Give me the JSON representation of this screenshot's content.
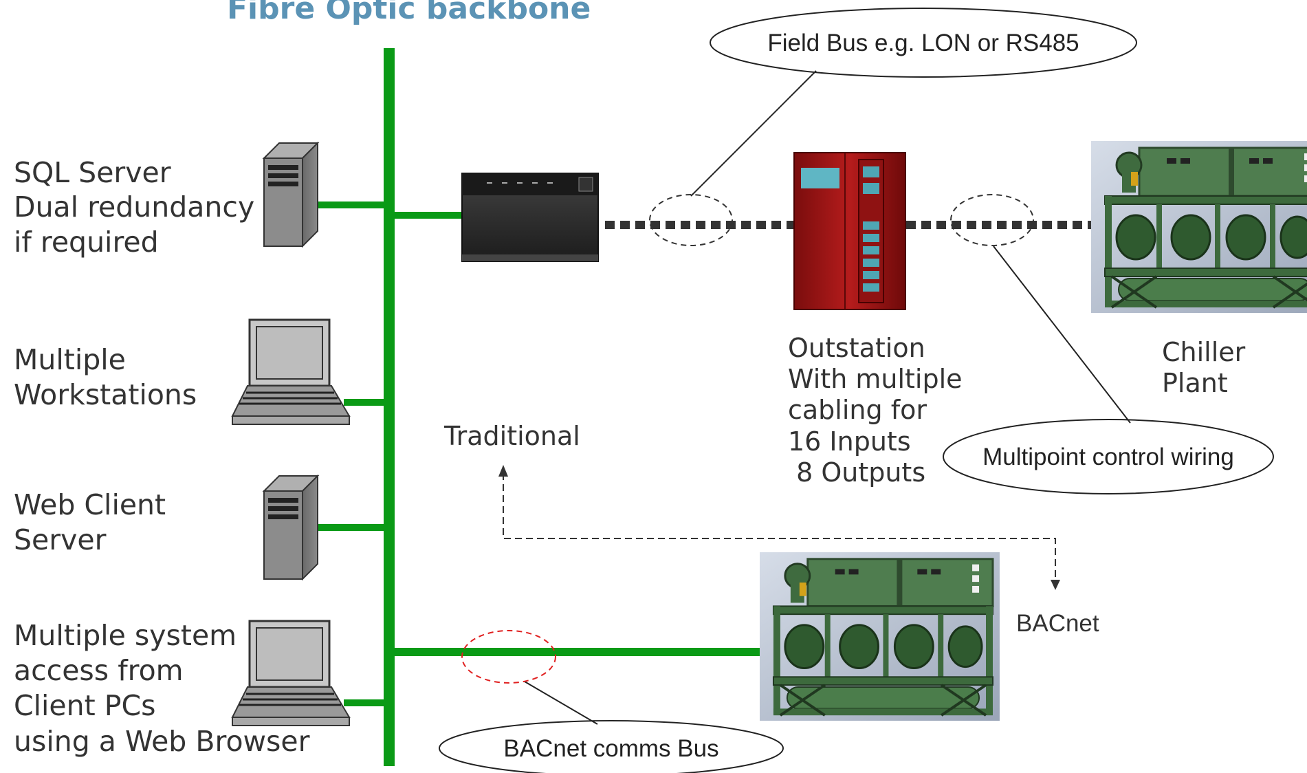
{
  "title": "Fibre Optic backbone",
  "labels": {
    "sql_server": [
      "SQL Server",
      "Dual redundancy",
      "if required"
    ],
    "workstations": [
      "Multiple",
      "Workstations"
    ],
    "web_client": [
      "Web Client",
      "Server"
    ],
    "client_pcs": [
      "Multiple system",
      "access from",
      "Client PCs",
      "using a Web Browser"
    ],
    "outstation": [
      "Outstation",
      "With multiple",
      "cabling for",
      "16 Inputs",
      " 8 Outputs"
    ],
    "chiller": [
      "Chiller",
      "Plant"
    ],
    "traditional": "Traditional",
    "bacnet": "BACnet"
  },
  "callouts": {
    "field_bus": "Field Bus e.g. LON or RS485",
    "multipoint": "Multipoint control wiring",
    "bacnet_bus": "BACnet comms Bus"
  },
  "icons": [
    "tower-server-icon",
    "laptop-icon",
    "controller-unit-icon",
    "outstation-panel-icon",
    "chiller-plant-icon"
  ],
  "colors": {
    "backbone": "#0a9a16",
    "title": "#5b93b5",
    "fieldbus": "#333333",
    "bacnet_highlight": "#e02020"
  }
}
